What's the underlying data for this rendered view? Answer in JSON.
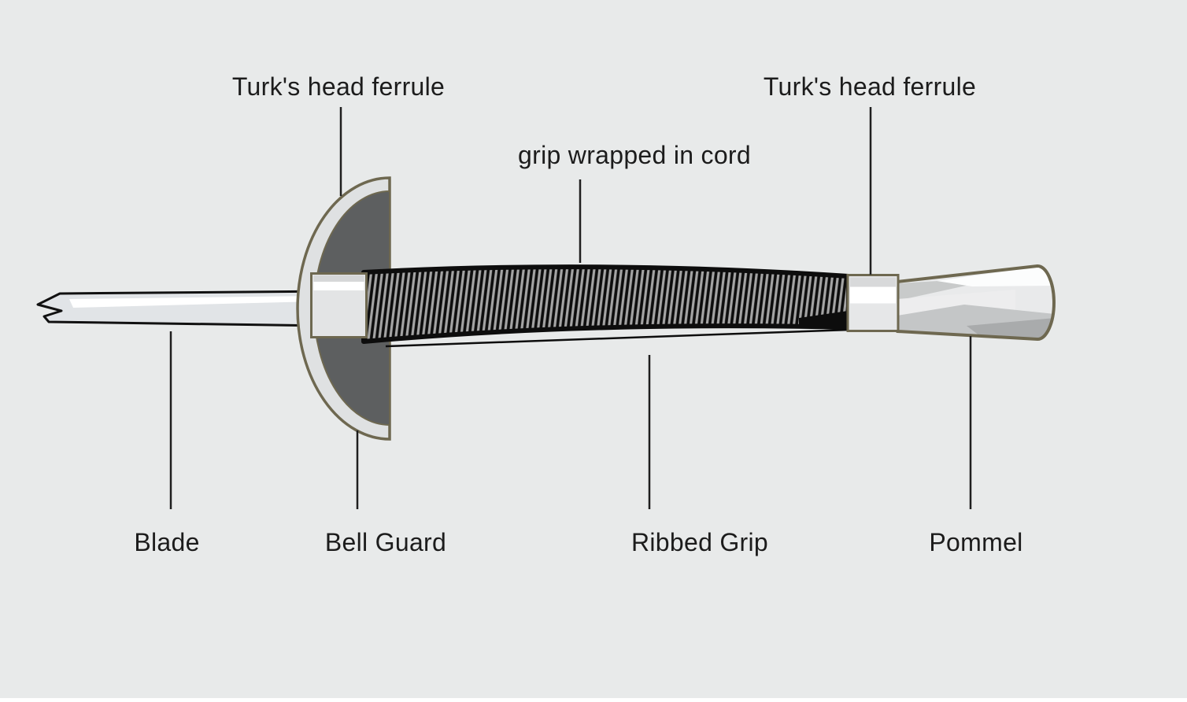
{
  "diagram": {
    "subject": "Labeled diagram of a fencing sword hilt",
    "labels": {
      "turks_left": "Turk's head ferrule",
      "grip_cord": "grip wrapped in cord",
      "turks_right": "Turk's head ferrule",
      "blade": "Blade",
      "bell_guard": "Bell Guard",
      "ribbed_grip": "Ribbed Grip",
      "pommel": "Pommel"
    },
    "colors": {
      "background": "#e8eaea",
      "outline_olive": "#6e6850",
      "guard_dark_fill": "#5d5f60",
      "metal_light": "#e3e5e6",
      "rib_gray": "#a4a4a4",
      "rib_black": "#0d0d0d",
      "leader_line": "#1f1f1f",
      "text": "#1c1c1c",
      "highlight_white": "#ffffff"
    }
  }
}
